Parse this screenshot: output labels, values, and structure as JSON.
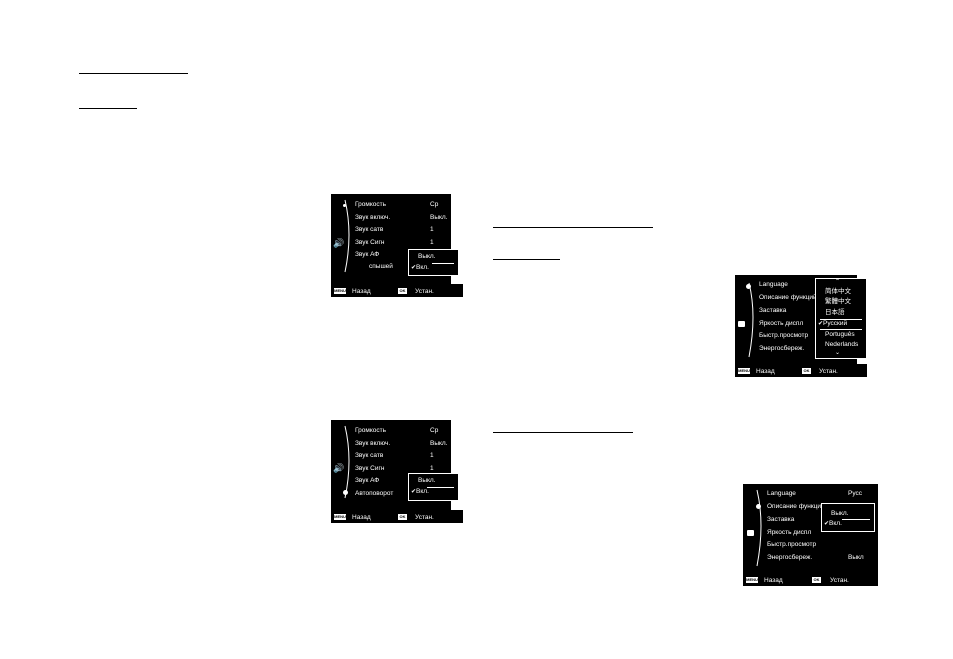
{
  "screen1": {
    "items": [
      "Громкость",
      "Звук включ.",
      "Звук сатв",
      "Звук Сигн",
      "Звук АФ",
      "спышей"
    ],
    "values": [
      "Ср",
      "Выкл.",
      "1",
      "1"
    ],
    "popup": {
      "options": [
        "Выкл.",
        "Вкл."
      ],
      "checked_index": 1
    },
    "footer": {
      "back_key": "MENU",
      "back_label": "Назад",
      "ok_key": "OK",
      "ok_label": "Устан."
    }
  },
  "screen2": {
    "items": [
      "Громкость",
      "Звук включ.",
      "Звук сатв",
      "Звук Сигн",
      "Звук АФ",
      "Автоповорот"
    ],
    "values": [
      "Ср",
      "Выкл.",
      "1",
      "1"
    ],
    "popup": {
      "options": [
        "Выкл.",
        "Вкл."
      ],
      "checked_index": 1
    },
    "footer": {
      "back_key": "MENU",
      "back_label": "Назад",
      "ok_key": "OK",
      "ok_label": "Устан."
    }
  },
  "screen3": {
    "items": [
      "Language",
      "Описание функций",
      "Заставка",
      "Яркость диспл",
      "Быстр.просмотр",
      "Энергосбереж."
    ],
    "popup": {
      "options": [
        "简体中文",
        "繁體中文",
        "日本語",
        "Русский",
        "Português",
        "Nederlands"
      ],
      "checked_index": 3
    },
    "footer": {
      "back_key": "MENU",
      "back_label": "Назад",
      "ok_key": "OK",
      "ok_label": "Устан."
    }
  },
  "screen4": {
    "items": [
      "Language",
      "Описание функций",
      "Заставка",
      "Яркость диспл",
      "Быстр.просмотр",
      "Энергосбереж."
    ],
    "values": [
      "Русс",
      "",
      "",
      "",
      "",
      "Выкл"
    ],
    "popup": {
      "options": [
        "Выкл.",
        "Вкл."
      ],
      "checked_index": 1
    },
    "footer": {
      "back_key": "MENU",
      "back_label": "Назад",
      "ok_key": "OK",
      "ok_label": "Устан."
    }
  }
}
